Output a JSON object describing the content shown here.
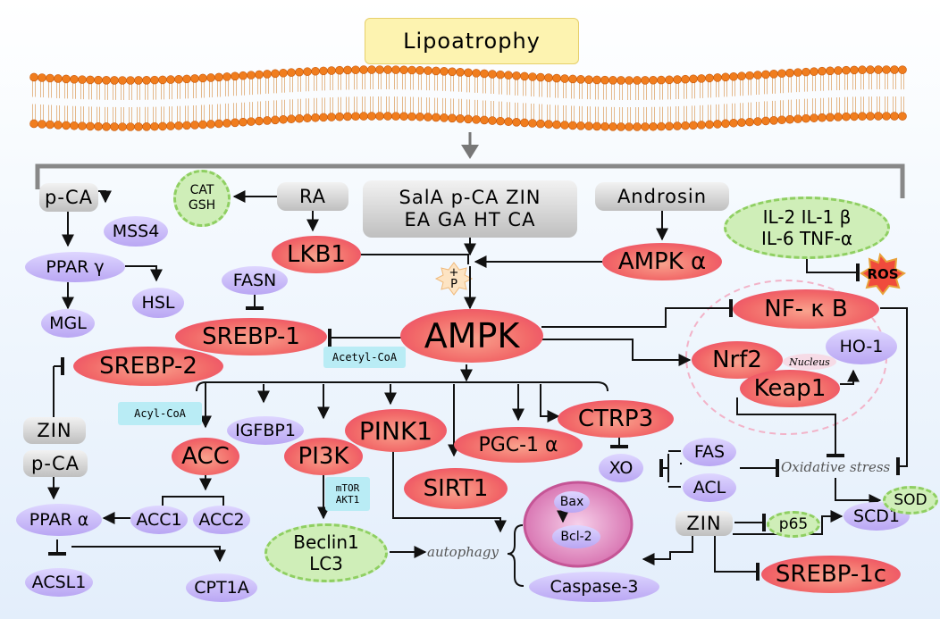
{
  "title": "Lipoatrophy",
  "gray": {
    "pca_top": "p-CA",
    "ra": "RA",
    "compounds": [
      "SalA p-CA ZIN",
      "EA GA HT CA"
    ],
    "androsin": "Androsin",
    "zin_left": "ZIN",
    "pca_left": "p-CA",
    "zin_right": "ZIN"
  },
  "purple": {
    "mss4": "MSS4",
    "ppar_gamma": "PPAR γ",
    "hsl": "HSL",
    "mgl": "MGL",
    "fasn": "FASN",
    "ppar_alpha": "PPAR α",
    "acc1": "ACC1",
    "acc2": "ACC2",
    "acsl1": "ACSL1",
    "cpt1a": "CPT1A",
    "igfbp1": "IGFBP1",
    "xo": "XO",
    "fas": "FAS",
    "acl": "ACL",
    "scd1": "SCD1",
    "ho1": "HO-1",
    "caspase3": "Caspase-3",
    "bax": "Bax",
    "bcl2": "Bcl-2"
  },
  "red": {
    "lkb1": "LKB1",
    "ampk_alpha": "AMPK α",
    "ampk": "AMPK",
    "srebp1": "SREBP-1",
    "srebp2": "SREBP-2",
    "nfkb": "NF- κ B",
    "nrf2": "Nrf2",
    "keap1": "Keap1",
    "acc": "ACC",
    "pi3k": "PI3K",
    "pink1": "PINK1",
    "sirt1": "SIRT1",
    "pgc1a": "PGC-1 α",
    "ctrp3": "CTRP3",
    "srebp1c": "SREBP-1c"
  },
  "green": {
    "cat_gsh": [
      "CAT",
      "GSH"
    ],
    "cytokines": [
      "IL-2 IL-1 β",
      "IL-6 TNF-α"
    ],
    "beclin": [
      "Beclin1",
      "LC3"
    ],
    "sod": "SOD",
    "p65": "p65"
  },
  "cyan": {
    "acetyl_coa": "Acetyl-CoA",
    "acyl_coa": "Acyl-CoA",
    "mtor_akt1": [
      "mTOR",
      "AKT1"
    ]
  },
  "labels": {
    "ros": "ROS",
    "phospho": [
      "+",
      "P"
    ],
    "nucleus": "Nucleus",
    "oxidative_stress": "Oxidative stress",
    "autophagy": "autophagy"
  },
  "colors": {
    "red_node": "#ee5a66",
    "purple_node": "#c8b8f8",
    "gray_node": "#cfcfcf",
    "green_node": "#cfeeb8",
    "cyan_node": "#b9ecf5",
    "membrane_head": "#f07d1e",
    "title_box": "#fdf3b0",
    "ros_burst": "#f04b3c"
  }
}
